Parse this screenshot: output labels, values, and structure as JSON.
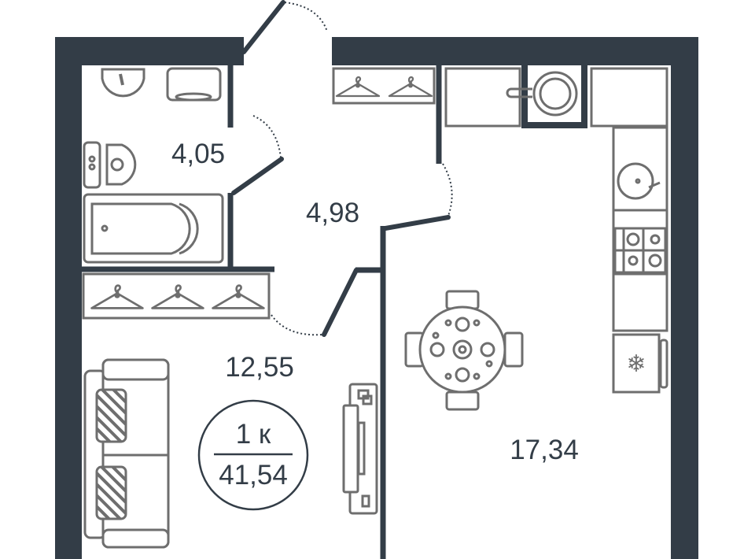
{
  "plan": {
    "rooms": [
      {
        "name": "bathroom",
        "area": "4,05"
      },
      {
        "name": "hallway",
        "area": "4,98"
      },
      {
        "name": "living-room",
        "area": "12,55"
      },
      {
        "name": "kitchen",
        "area": "17,34"
      }
    ],
    "badge": {
      "rooms": "1 к",
      "total_area": "41,54"
    },
    "colors": {
      "wall": "#333d47",
      "furniture": "#6e6e6e"
    }
  }
}
